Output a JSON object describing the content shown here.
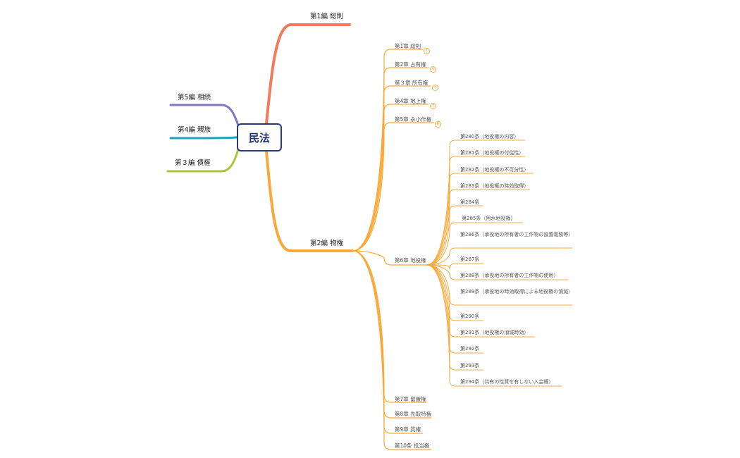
{
  "colors": {
    "main_orange": "#f9a93b",
    "vol1": "#f07c5a",
    "vol5": "#7f78c9",
    "vol4": "#1ea2b8",
    "vol3": "#a8c63a",
    "root_border": "#2a3a72"
  },
  "root": {
    "label": "民法"
  },
  "volumes": {
    "vol1": "第1編 総則",
    "vol2": "第2編 物権",
    "vol3": "第３編 債権",
    "vol4": "第4編 親族",
    "vol5": "第5編 相続"
  },
  "chapters": {
    "ch1": {
      "label": "第1章 総則",
      "badge": "①"
    },
    "ch2": {
      "label": "第2章 占有権",
      "badge": "⑩"
    },
    "ch3": {
      "label": "第３章 所有権",
      "badge": "㉗"
    },
    "ch4": {
      "label": "第4章 地上権",
      "badge": "⑤"
    },
    "ch5": {
      "label": "第5章 永小作権",
      "badge": "⑩"
    },
    "ch6": {
      "label": "第6章 地役権"
    },
    "ch7": {
      "label": "第7章 留置権"
    },
    "ch8": {
      "label": "第8章 先取特権"
    },
    "ch9": {
      "label": "第9章 質権"
    },
    "ch10": {
      "label": "第10条 抵当権"
    }
  },
  "articles": [
    "第280条（地役権の内容）",
    "第281条（地役権の付従性）",
    "第282条（地役権の不可分性）",
    "第283条（地役権の時効取得）",
    "第284条",
    "第285条（用水地役権）",
    "第286条（承役地の所有者の工作物の設置義務等）",
    "第287条",
    "第288条（承役地の所有者の工作物の使用）",
    "第289条（承役地の時効取得による地役権の消滅）",
    "第290条",
    "第291条（地役権の消滅時効）",
    "第292条",
    "第293条",
    "第294条（共有の性質を有しない入会権）"
  ]
}
